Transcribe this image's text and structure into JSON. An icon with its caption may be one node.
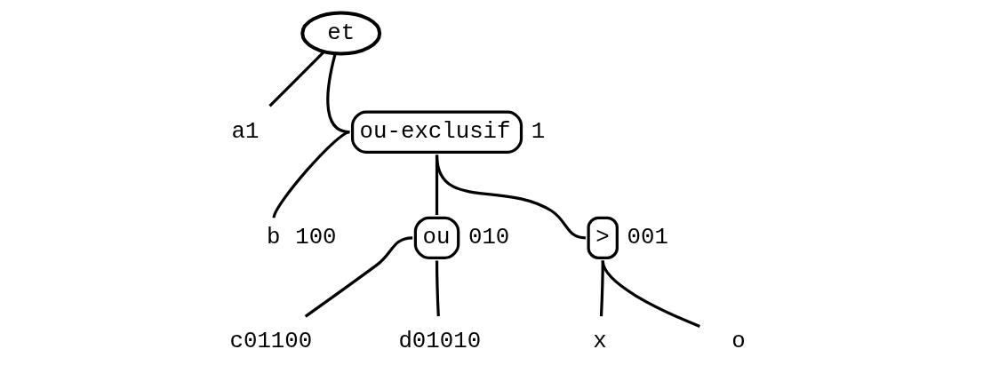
{
  "diagram": {
    "nodes": [
      {
        "text": [
          "et"
        ]
      },
      {
        "text": [
          "a1"
        ]
      },
      {
        "text": [
          "ou-exclusif"
        ],
        "beside": [
          "1"
        ]
      },
      {
        "text": [
          "b"
        ],
        "beside": [
          "100"
        ]
      },
      {
        "text": [
          "ou"
        ],
        "beside": [
          "010"
        ]
      },
      {
        "text": [
          ">"
        ],
        "beside": [
          "001"
        ]
      },
      {
        "text": [
          "c01100"
        ]
      },
      {
        "text": [
          "d01010"
        ]
      },
      {
        "text": [
          "x"
        ]
      },
      {
        "text": [
          "o"
        ]
      }
    ],
    "edges": [
      {
        "from": 0,
        "to": 1,
        "arrow": "none"
      },
      {
        "from": 0,
        "to": 2,
        "arrow": "none"
      },
      {
        "from": 2,
        "to": 3,
        "arrow": "none"
      },
      {
        "from": 2,
        "to": 4,
        "arrow": "none"
      },
      {
        "from": 2,
        "to": 5,
        "arrow": "none"
      },
      {
        "from": 4,
        "to": 6,
        "arrow": "none"
      },
      {
        "from": 4,
        "to": 7,
        "arrow": "none"
      },
      {
        "from": 5,
        "to": 8,
        "arrow": "none"
      },
      {
        "from": 5,
        "to": 9,
        "arrow": "none"
      }
    ]
  }
}
